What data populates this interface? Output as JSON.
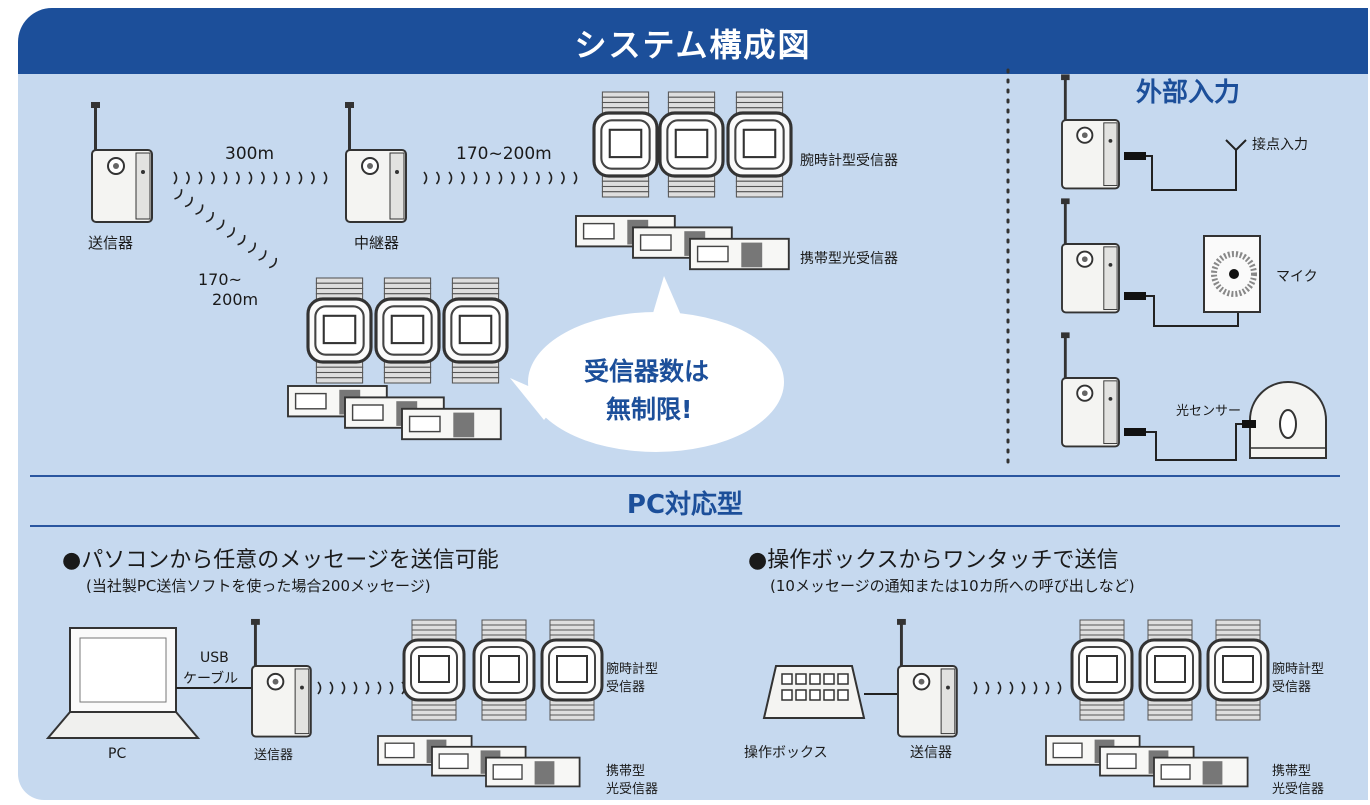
{
  "title": "システム構成図",
  "colors": {
    "brand": "#1c4f9a",
    "panel": "#c6d9ef",
    "bubble": "#ffffff",
    "line": "#2a56a0"
  },
  "top": {
    "transmitter": "送信器",
    "repeater": "中継器",
    "dist_1": "300m",
    "dist_2": "170~200m",
    "dist_3a": "170~",
    "dist_3b": "200m",
    "watch_receiver": "腕時計型受信器",
    "portable_receiver": "携帯型光受信器",
    "bubble_line1": "受信器数は",
    "bubble_line2": "無制限!"
  },
  "external": {
    "title": "外部入力",
    "contact": "接点入力",
    "mic": "マイク",
    "light_sensor": "光センサー"
  },
  "pc": {
    "title": "PC対応型",
    "left_heading": "●パソコンから任意のメッセージを送信可能",
    "left_note": "(当社製PC送信ソフトを使った場合200メッセージ)",
    "right_heading": "●操作ボックスからワンタッチで送信",
    "right_note": "(10メッセージの通知または10カ所への呼び出しなど)",
    "usb_1": "USB",
    "usb_2": "ケーブル",
    "pc_label": "PC",
    "transmitter": "送信器",
    "watch_1": "腕時計型",
    "watch_2": "受信器",
    "portable_1": "携帯型",
    "portable_2": "光受信器",
    "box_label": "操作ボックス"
  }
}
